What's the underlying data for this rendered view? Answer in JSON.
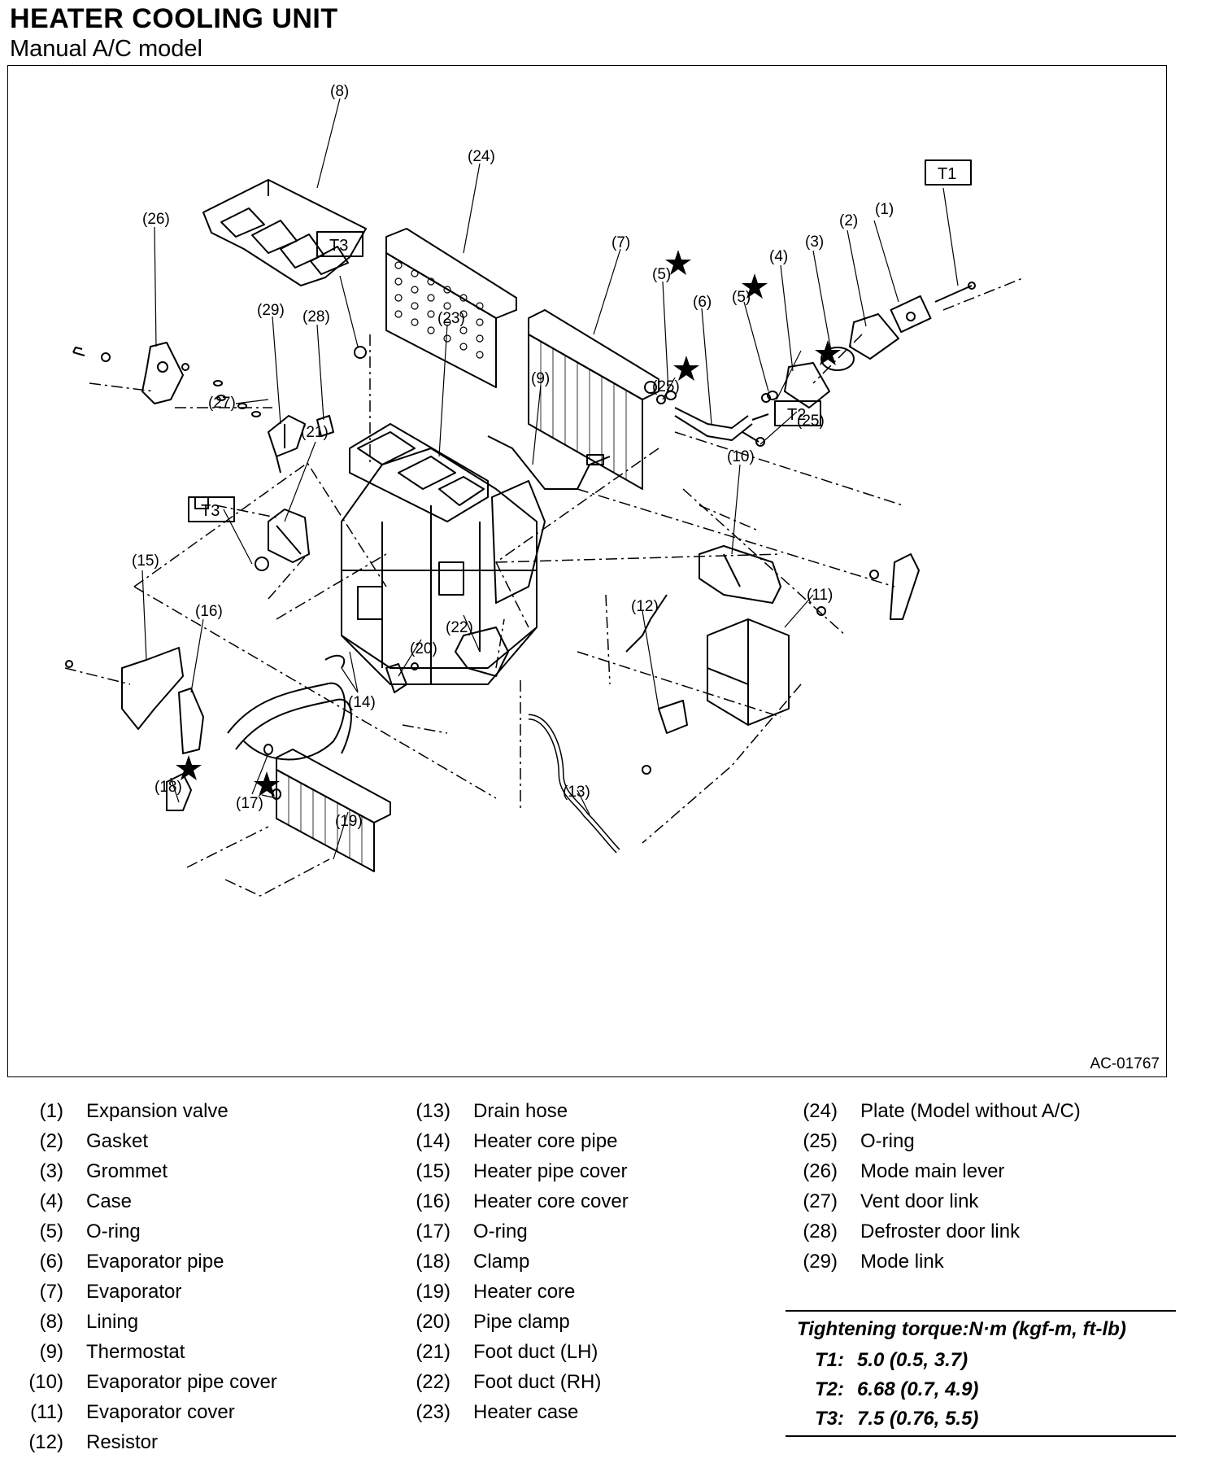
{
  "header": {
    "title": "HEATER COOLING UNIT",
    "subtitle": "Manual A/C model"
  },
  "figure": {
    "id": "AC-01767",
    "callouts": {
      "c1": "(1)",
      "c2": "(2)",
      "c3": "(3)",
      "c4": "(4)",
      "c5a": "(5)",
      "c5b": "(5)",
      "c6": "(6)",
      "c7": "(7)",
      "c8": "(8)",
      "c9": "(9)",
      "c10": "(10)",
      "c11": "(11)",
      "c12": "(12)",
      "c13": "(13)",
      "c14": "(14)",
      "c15": "(15)",
      "c16": "(16)",
      "c17": "(17)",
      "c18": "(18)",
      "c19": "(19)",
      "c20": "(20)",
      "c21": "(21)",
      "c22": "(22)",
      "c23": "(23)",
      "c24": "(24)",
      "c25a": "(25)",
      "c25b": "(25)",
      "c26": "(26)",
      "c27": "(27)",
      "c28": "(28)",
      "c29": "(29)"
    },
    "torque_tags": {
      "t1": "T1",
      "t2": "T2",
      "t3a": "T3",
      "t3b": "T3"
    }
  },
  "legend": [
    {
      "num": "(1)",
      "name": "Expansion valve"
    },
    {
      "num": "(2)",
      "name": "Gasket"
    },
    {
      "num": "(3)",
      "name": "Grommet"
    },
    {
      "num": "(4)",
      "name": "Case"
    },
    {
      "num": "(5)",
      "name": "O-ring"
    },
    {
      "num": "(6)",
      "name": "Evaporator pipe"
    },
    {
      "num": "(7)",
      "name": "Evaporator"
    },
    {
      "num": "(8)",
      "name": "Lining"
    },
    {
      "num": "(9)",
      "name": "Thermostat"
    },
    {
      "num": "(10)",
      "name": "Evaporator pipe cover"
    },
    {
      "num": "(11)",
      "name": "Evaporator cover"
    },
    {
      "num": "(12)",
      "name": "Resistor"
    },
    {
      "num": "(13)",
      "name": "Drain hose"
    },
    {
      "num": "(14)",
      "name": "Heater core pipe"
    },
    {
      "num": "(15)",
      "name": "Heater pipe cover"
    },
    {
      "num": "(16)",
      "name": "Heater core cover"
    },
    {
      "num": "(17)",
      "name": "O-ring"
    },
    {
      "num": "(18)",
      "name": "Clamp"
    },
    {
      "num": "(19)",
      "name": "Heater core"
    },
    {
      "num": "(20)",
      "name": "Pipe clamp"
    },
    {
      "num": "(21)",
      "name": "Foot duct (LH)"
    },
    {
      "num": "(22)",
      "name": "Foot duct (RH)"
    },
    {
      "num": "(23)",
      "name": "Heater case"
    },
    {
      "num": "(24)",
      "name": "Plate (Model without A/C)"
    },
    {
      "num": "(25)",
      "name": "O-ring"
    },
    {
      "num": "(26)",
      "name": "Mode main lever"
    },
    {
      "num": "(27)",
      "name": "Vent door link"
    },
    {
      "num": "(28)",
      "name": "Defroster door link"
    },
    {
      "num": "(29)",
      "name": "Mode link"
    }
  ],
  "torque": {
    "heading": "Tightening torque:N·m (kgf-m, ft-lb)",
    "rows": [
      {
        "key": "T1:",
        "value": "5.0 (0.5, 3.7)"
      },
      {
        "key": "T2:",
        "value": "6.68 (0.7, 4.9)"
      },
      {
        "key": "T3:",
        "value": "7.5 (0.76, 5.5)"
      }
    ]
  }
}
